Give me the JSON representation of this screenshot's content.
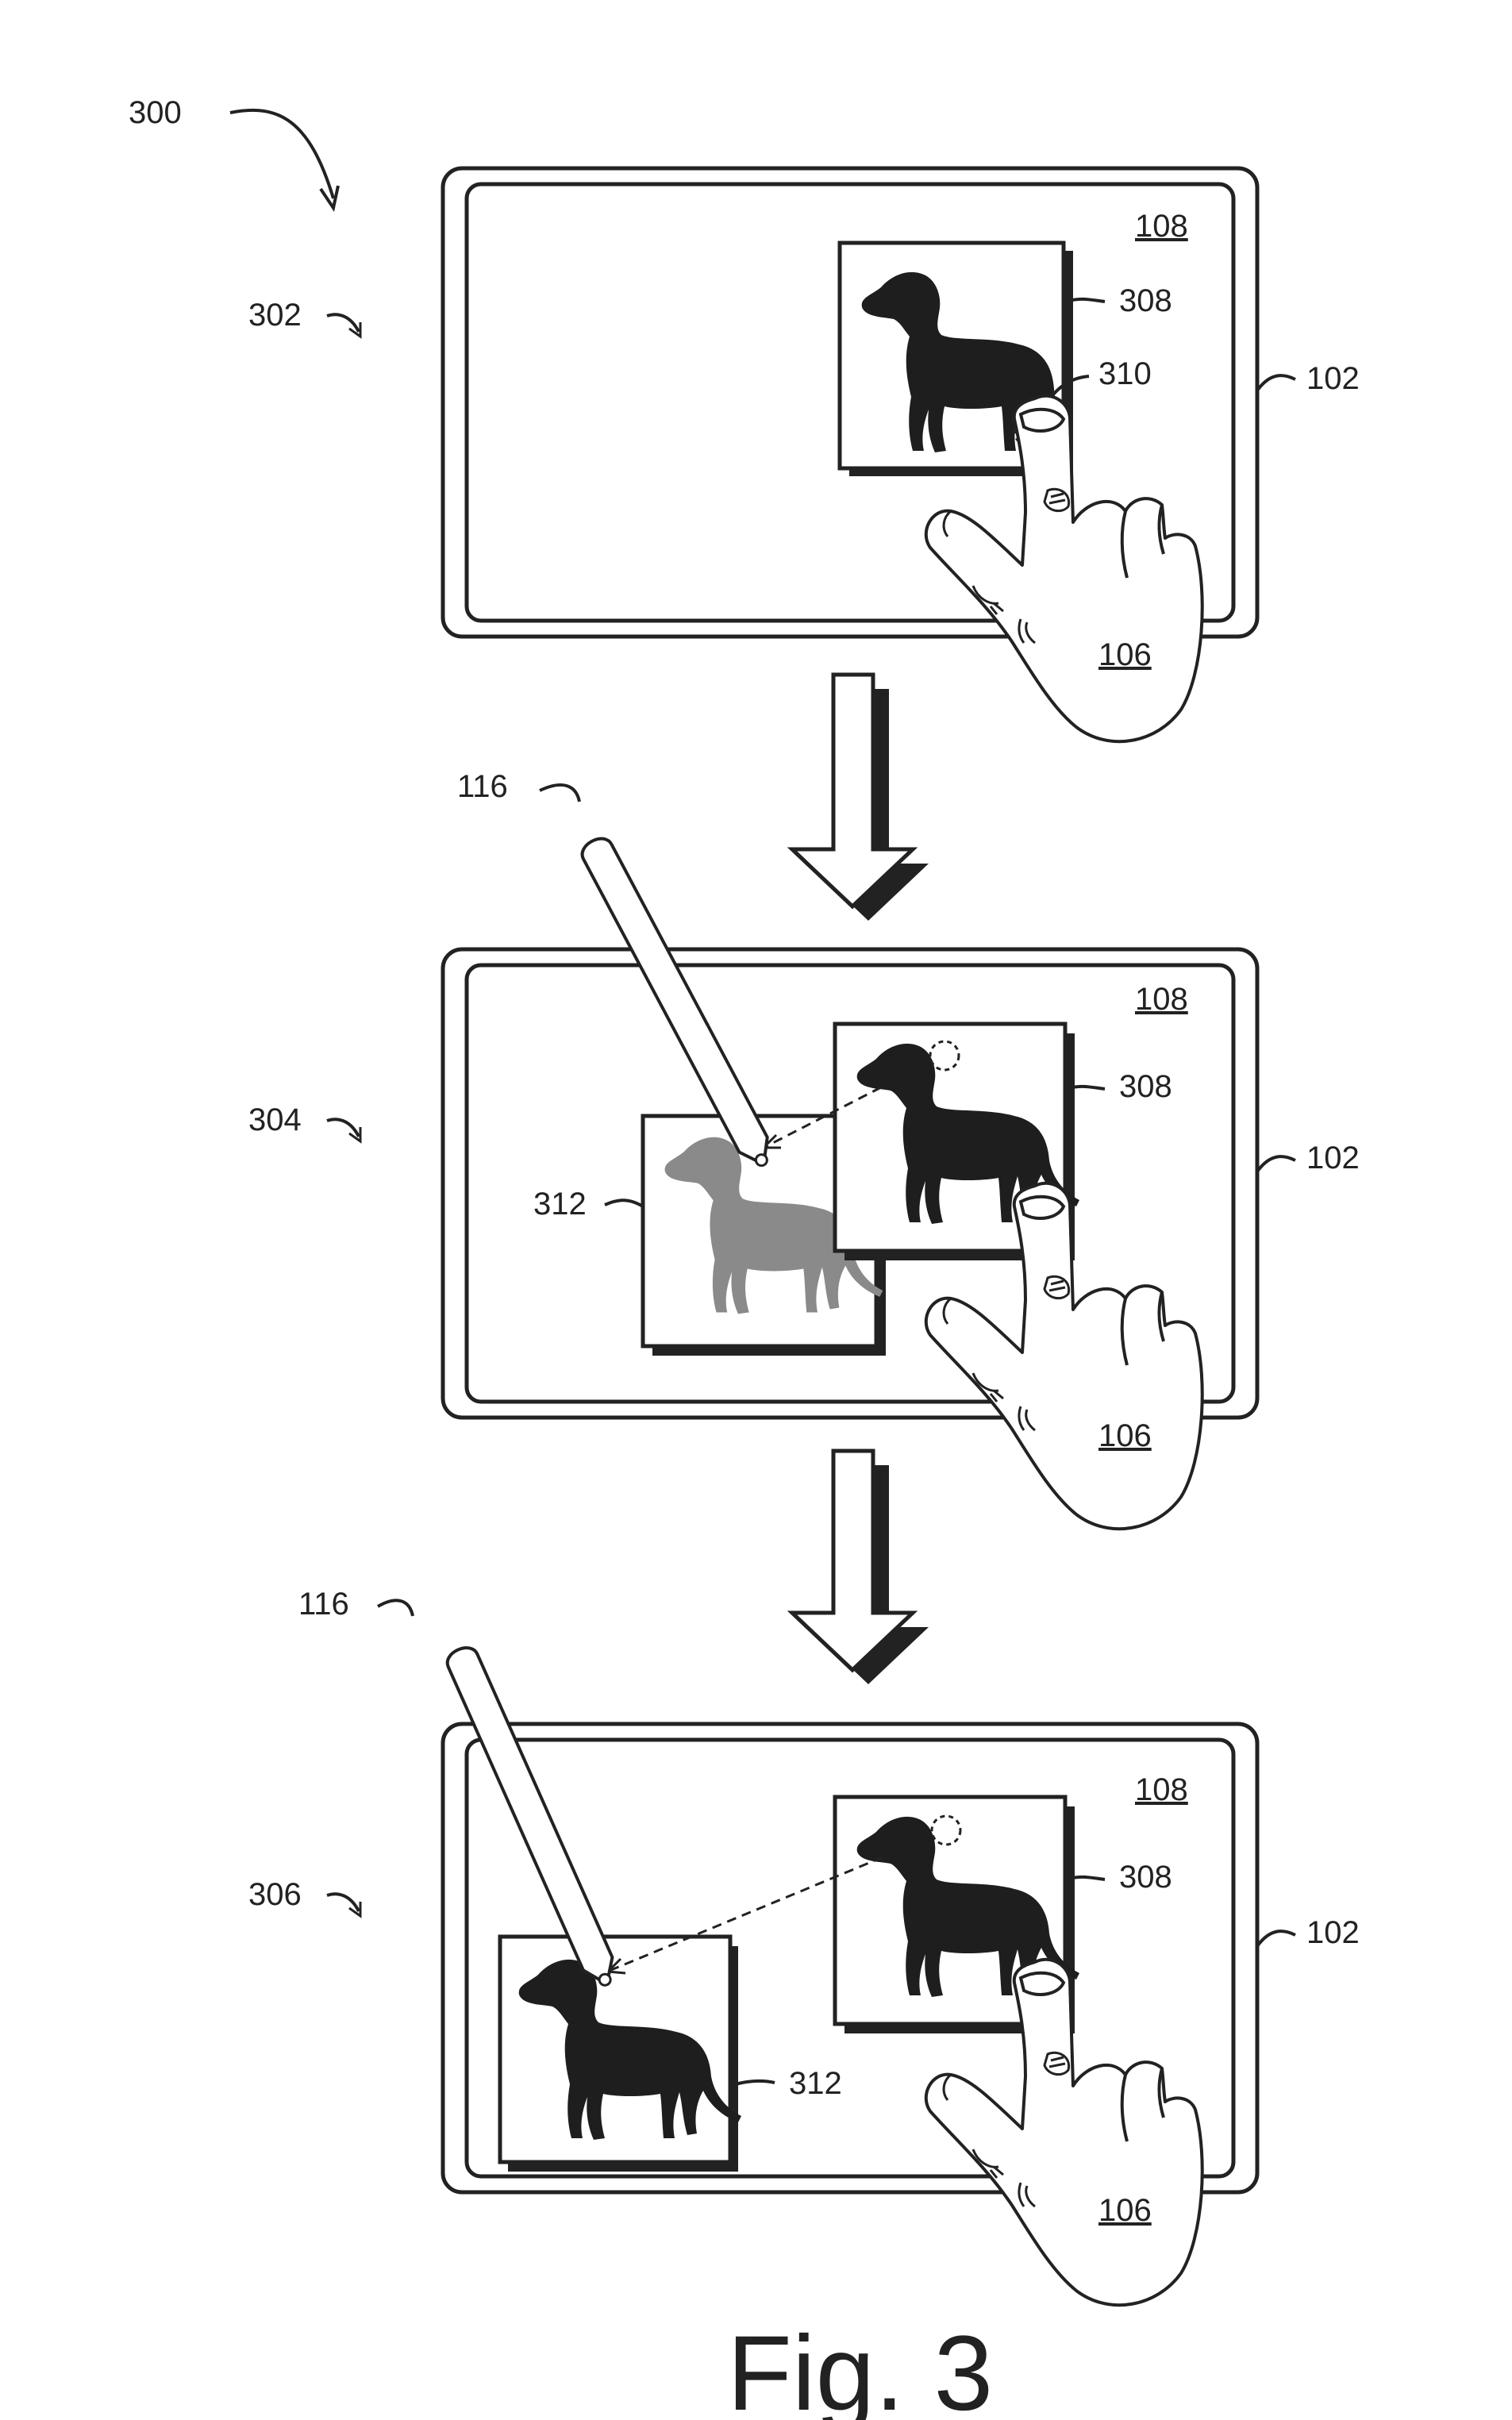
{
  "figure": {
    "ref": "300",
    "caption": "Fig. 3"
  },
  "panels": [
    {
      "ref": "302",
      "device_ref": "102",
      "screen_ref": "108",
      "source_image_ref": "308",
      "touch_point_ref": "310",
      "hand_ref": "106"
    },
    {
      "ref": "304",
      "device_ref": "102",
      "screen_ref": "108",
      "source_image_ref": "308",
      "copy_image_ref": "312",
      "stylus_ref": "116",
      "hand_ref": "106"
    },
    {
      "ref": "306",
      "device_ref": "102",
      "screen_ref": "108",
      "source_image_ref": "308",
      "copy_image_ref": "312",
      "stylus_ref": "116",
      "hand_ref": "106"
    }
  ],
  "colors": {
    "line": "#222222",
    "dog_dark": "#1e1e1e",
    "dog_gray": "#8a8a8a",
    "shadow": "#222222"
  }
}
